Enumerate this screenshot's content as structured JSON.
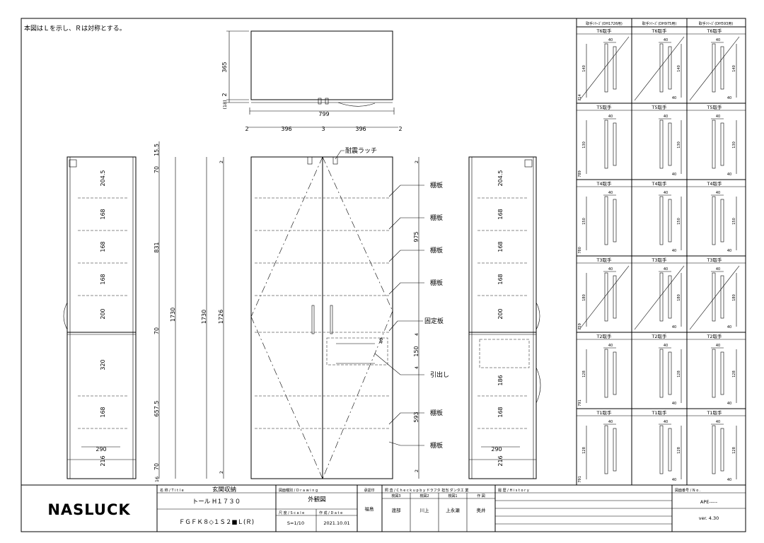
{
  "note": "本図はＬを示し、Ｒは対称とする。",
  "dims": {
    "top_depth": "365",
    "top_gap": "2",
    "top_base": "(18)",
    "overall_width": "799",
    "w_left_gap": "2",
    "w_left_door": "396",
    "w_center_gap": "3",
    "w_right_door": "396",
    "w_right_gap": "2",
    "top_margin": "15.5",
    "left_h70a": "70",
    "left_831": "831",
    "left_1730": "1730",
    "left_h70b": "70",
    "left_657": "657.5",
    "left_h70c": "70",
    "left_16": "16",
    "front_1730": "1730",
    "front_1726": "1726",
    "front_gap_top": "2",
    "front_gap_bot": "2",
    "r975": "975",
    "r4a": "4",
    "r150": "150",
    "r4b": "4",
    "r593": "593",
    "r2top": "2",
    "r2bot": "2",
    "drawer_40": "40"
  },
  "shelf_dims_left": [
    "204.5",
    "168",
    "168",
    "168",
    "200",
    "320",
    "168"
  ],
  "shelf_dims_right": [
    "204.5",
    "168",
    "168",
    "168",
    "200",
    "186",
    "168"
  ],
  "bottom_dims": {
    "width": "290",
    "height": "216"
  },
  "callouts": {
    "latch": "耐震ラッチ",
    "shelf1": "棚板",
    "shelf2": "棚板",
    "shelf3": "棚板",
    "shelf4": "棚板",
    "fixed": "固定板",
    "drawer": "引出し",
    "shelf5": "棚板",
    "shelf6": "棚板"
  },
  "handle_table": {
    "headers": [
      "取手ｼﾘｰｽﾞ(DH1726用)",
      "取手ｼﾘｰｽﾞ(DH975用)",
      "取手ｼﾘｰｽﾞ(DH593用)"
    ],
    "rows": [
      {
        "label": "T6取手",
        "dims": [
          "40",
          "140",
          "140",
          "714"
        ]
      },
      {
        "label": "T5取手",
        "dims": [
          "40",
          "130",
          "789"
        ]
      },
      {
        "label": "T4取手",
        "dims": [
          "40",
          "150",
          "780"
        ]
      },
      {
        "label": "T3取手",
        "dims": [
          "40",
          "180",
          "759"
        ]
      },
      {
        "label": "T2取手",
        "dims": [
          "40",
          "128",
          "791"
        ]
      },
      {
        "label": "T1取手",
        "dims": [
          "40",
          "128",
          "791"
        ]
      }
    ]
  },
  "title_block": {
    "logo": "NASLUCK",
    "name_label": "名 称 / T i t l e",
    "name1": "玄関収納",
    "name2": "トール  H１７３０",
    "code": "ＦＧＦＫ８◇１Ｓ２■Ｌ(Ｒ)",
    "drawing_label": "図面種別 / D r a w i n g",
    "drawing": "外観図",
    "scale_label": "尺 度 / S c a l e",
    "scale": "S=1/10",
    "date_label": "作 成 / D a t e",
    "date": "2021.10.01",
    "dept_label": "承認印",
    "dept": "福島",
    "check_label": "照 査 / C h e c k  u p  b y  ドラフタ 担当 ダンタ工 業",
    "checks": [
      {
        "role": "検図3",
        "name": "渡部"
      },
      {
        "role": "検図2",
        "name": "川上"
      },
      {
        "role": "検図1",
        "name": "上永瀬"
      },
      {
        "role": "作 図",
        "name": "奥井"
      }
    ],
    "history_label": "履 歴 / H i s t o r y",
    "no_label": "図面番号 / N o .",
    "no": "APE-----",
    "version": "ver. 4.30"
  }
}
